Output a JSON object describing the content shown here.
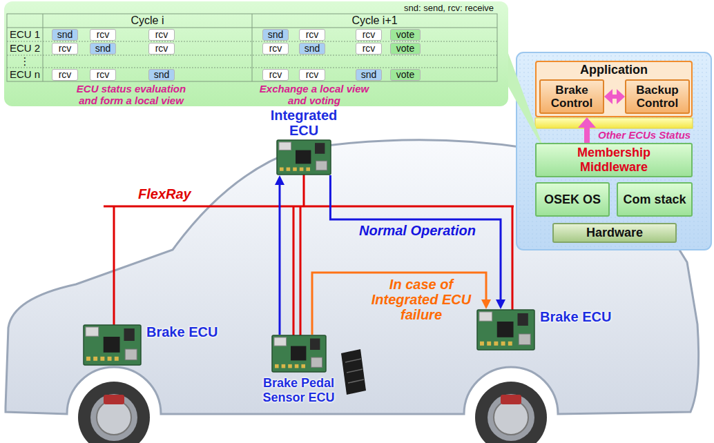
{
  "diagram": {
    "nodes": [
      {
        "text": [
          "Application"
        ]
      },
      {
        "text": [
          "Brake Control"
        ],
        "in": 0
      },
      {
        "text": [
          "Backup Control"
        ],
        "in": 0
      },
      {
        "text": [
          "Membership Middleware"
        ]
      },
      {
        "text": [
          "OSEK OS"
        ]
      },
      {
        "text": [
          "Com stack"
        ]
      },
      {
        "text": [
          "Hardware"
        ]
      },
      {
        "text": [
          "Integrated ECU"
        ]
      },
      {
        "text": [
          "Brake ECU"
        ]
      },
      {
        "text": [
          "Brake Pedal Sensor ECU"
        ]
      },
      {
        "text": [
          "Brake ECU"
        ]
      }
    ],
    "edges": [
      {
        "from": 1,
        "to": 2,
        "arrow": "both"
      },
      {
        "from": 3,
        "to": 0,
        "label": "Other ECUs Status",
        "arrow": "to"
      },
      {
        "from": 9,
        "to": 7,
        "arrow": "to"
      },
      {
        "from": 7,
        "to": 10,
        "label": "Normal Operation",
        "arrow": "to"
      },
      {
        "from": 9,
        "to": 10,
        "label": "In case of Integrated ECU failure",
        "arrow": "to"
      }
    ],
    "labels": [
      "snd: send, rcv: receive",
      "Cycle i",
      "Cycle i+1",
      "ECU 1",
      "snd",
      "rcv",
      "rcv",
      "snd",
      "rcv",
      "rcv",
      "vote",
      "ECU 2",
      "rcv",
      "snd",
      "rcv",
      "rcv",
      "snd",
      "rcv",
      "vote",
      "⋮",
      "ECU n",
      "rcv",
      "rcv",
      "snd",
      "rcv",
      "rcv",
      "snd",
      "vote",
      "ECU status evaluation and form a local view",
      "Exchange a local view and voting",
      "FlexRay"
    ]
  }
}
